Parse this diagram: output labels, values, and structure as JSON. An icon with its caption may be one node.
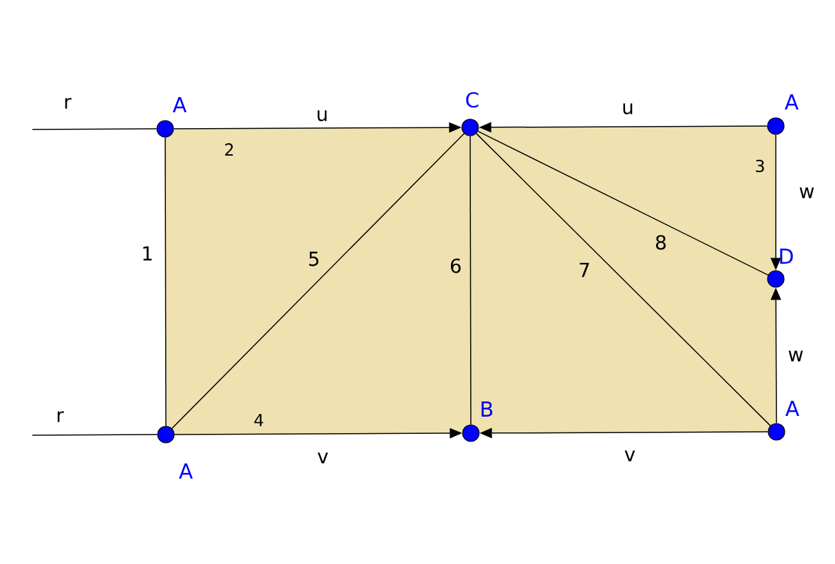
{
  "diagram": {
    "nodes": [
      {
        "text": [
          "A"
        ]
      },
      {
        "text": [
          "C"
        ]
      },
      {
        "text": [
          "A"
        ]
      },
      {
        "text": [
          "D"
        ]
      },
      {
        "text": [
          "A"
        ]
      },
      {
        "text": [
          "B"
        ]
      },
      {
        "text": [
          "A"
        ]
      }
    ],
    "edges": [
      {
        "from": null,
        "to": 0,
        "arrow": "none",
        "label": "r"
      },
      {
        "from": null,
        "to": 6,
        "arrow": "none",
        "label": "r"
      },
      {
        "from": 0,
        "to": 1,
        "arrow": "to",
        "label": "u"
      },
      {
        "from": 2,
        "to": 1,
        "arrow": "to",
        "label": "u"
      },
      {
        "from": 2,
        "to": 3,
        "arrow": "to",
        "label": "w"
      },
      {
        "from": 4,
        "to": 3,
        "arrow": "to",
        "label": "w"
      },
      {
        "from": 6,
        "to": 5,
        "arrow": "to",
        "label": "v"
      },
      {
        "from": 4,
        "to": 5,
        "arrow": "to",
        "label": "v"
      },
      {
        "from": 0,
        "to": 6,
        "arrow": "none",
        "label": "1"
      },
      {
        "from": 6,
        "to": 1,
        "arrow": "none",
        "label": "5"
      },
      {
        "from": 1,
        "to": 5,
        "arrow": "none",
        "label": "6"
      },
      {
        "from": 1,
        "to": 4,
        "arrow": "none",
        "label": "7"
      },
      {
        "from": 1,
        "to": 3,
        "arrow": "none",
        "label": "8"
      }
    ],
    "labels": [
      "2",
      "3",
      "4"
    ]
  }
}
